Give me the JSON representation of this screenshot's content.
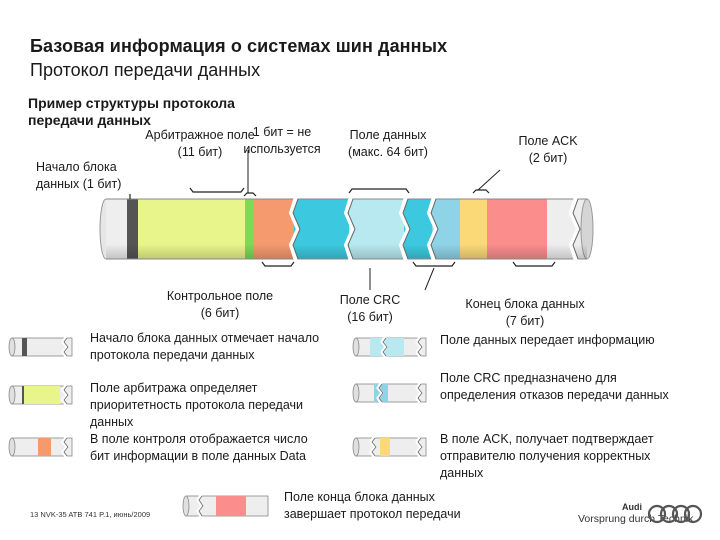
{
  "title": "Базовая информация о системах шин данных",
  "subtitle": "Протокол передачи данных",
  "section_title": "Пример структуры протокола передачи данных",
  "labels": {
    "start": [
      "Начало блока",
      "данных (1 бит)"
    ],
    "arb": [
      "Арбитражное поле",
      "(11 бит)"
    ],
    "unused": [
      "1 бит = не",
      "используется"
    ],
    "data": [
      "Поле данных",
      "(макс. 64 бит)"
    ],
    "ack": [
      "Поле ACK",
      "(2 бит)"
    ],
    "control": [
      "Контрольное поле",
      "(6 бит)"
    ],
    "crc": [
      "Поле CRC",
      "(16 бит)"
    ],
    "end": [
      "Конец блока данных",
      "(7 бит)"
    ]
  },
  "legend": {
    "start": [
      "Начало блока данных отмечает начало",
      "протокола передачи данных"
    ],
    "arb": [
      "Поле арбитража определяет",
      "приоритетность протокола передачи",
      "данных"
    ],
    "control": [
      "В поле контроля отображается число",
      "бит информации в поле данных Data"
    ],
    "data": [
      "Поле данных передает информацию"
    ],
    "crc": [
      "Поле CRC предназначено для",
      "определения отказов передачи данных"
    ],
    "ack": [
      "В поле ACK, получает подтверждает",
      "отправителю получения корректных",
      "данных"
    ],
    "end": [
      "Поле конца блока данных",
      "завершает протокол передачи"
    ]
  },
  "colors": {
    "start": "#555555",
    "arb": "#e8f58a",
    "unused": "#7ed957",
    "control": "#f49a6e",
    "data": "#b8e9f0",
    "data_alt": "#3cc9df",
    "crc": "#8fd3e6",
    "ack": "#fbd977",
    "end": "#fb8d8d"
  },
  "footer": "13  NVK-35 ATB 741 P.1, июнь/2009",
  "brand": "Audi",
  "slogan": "Vorsprung durch Technik"
}
